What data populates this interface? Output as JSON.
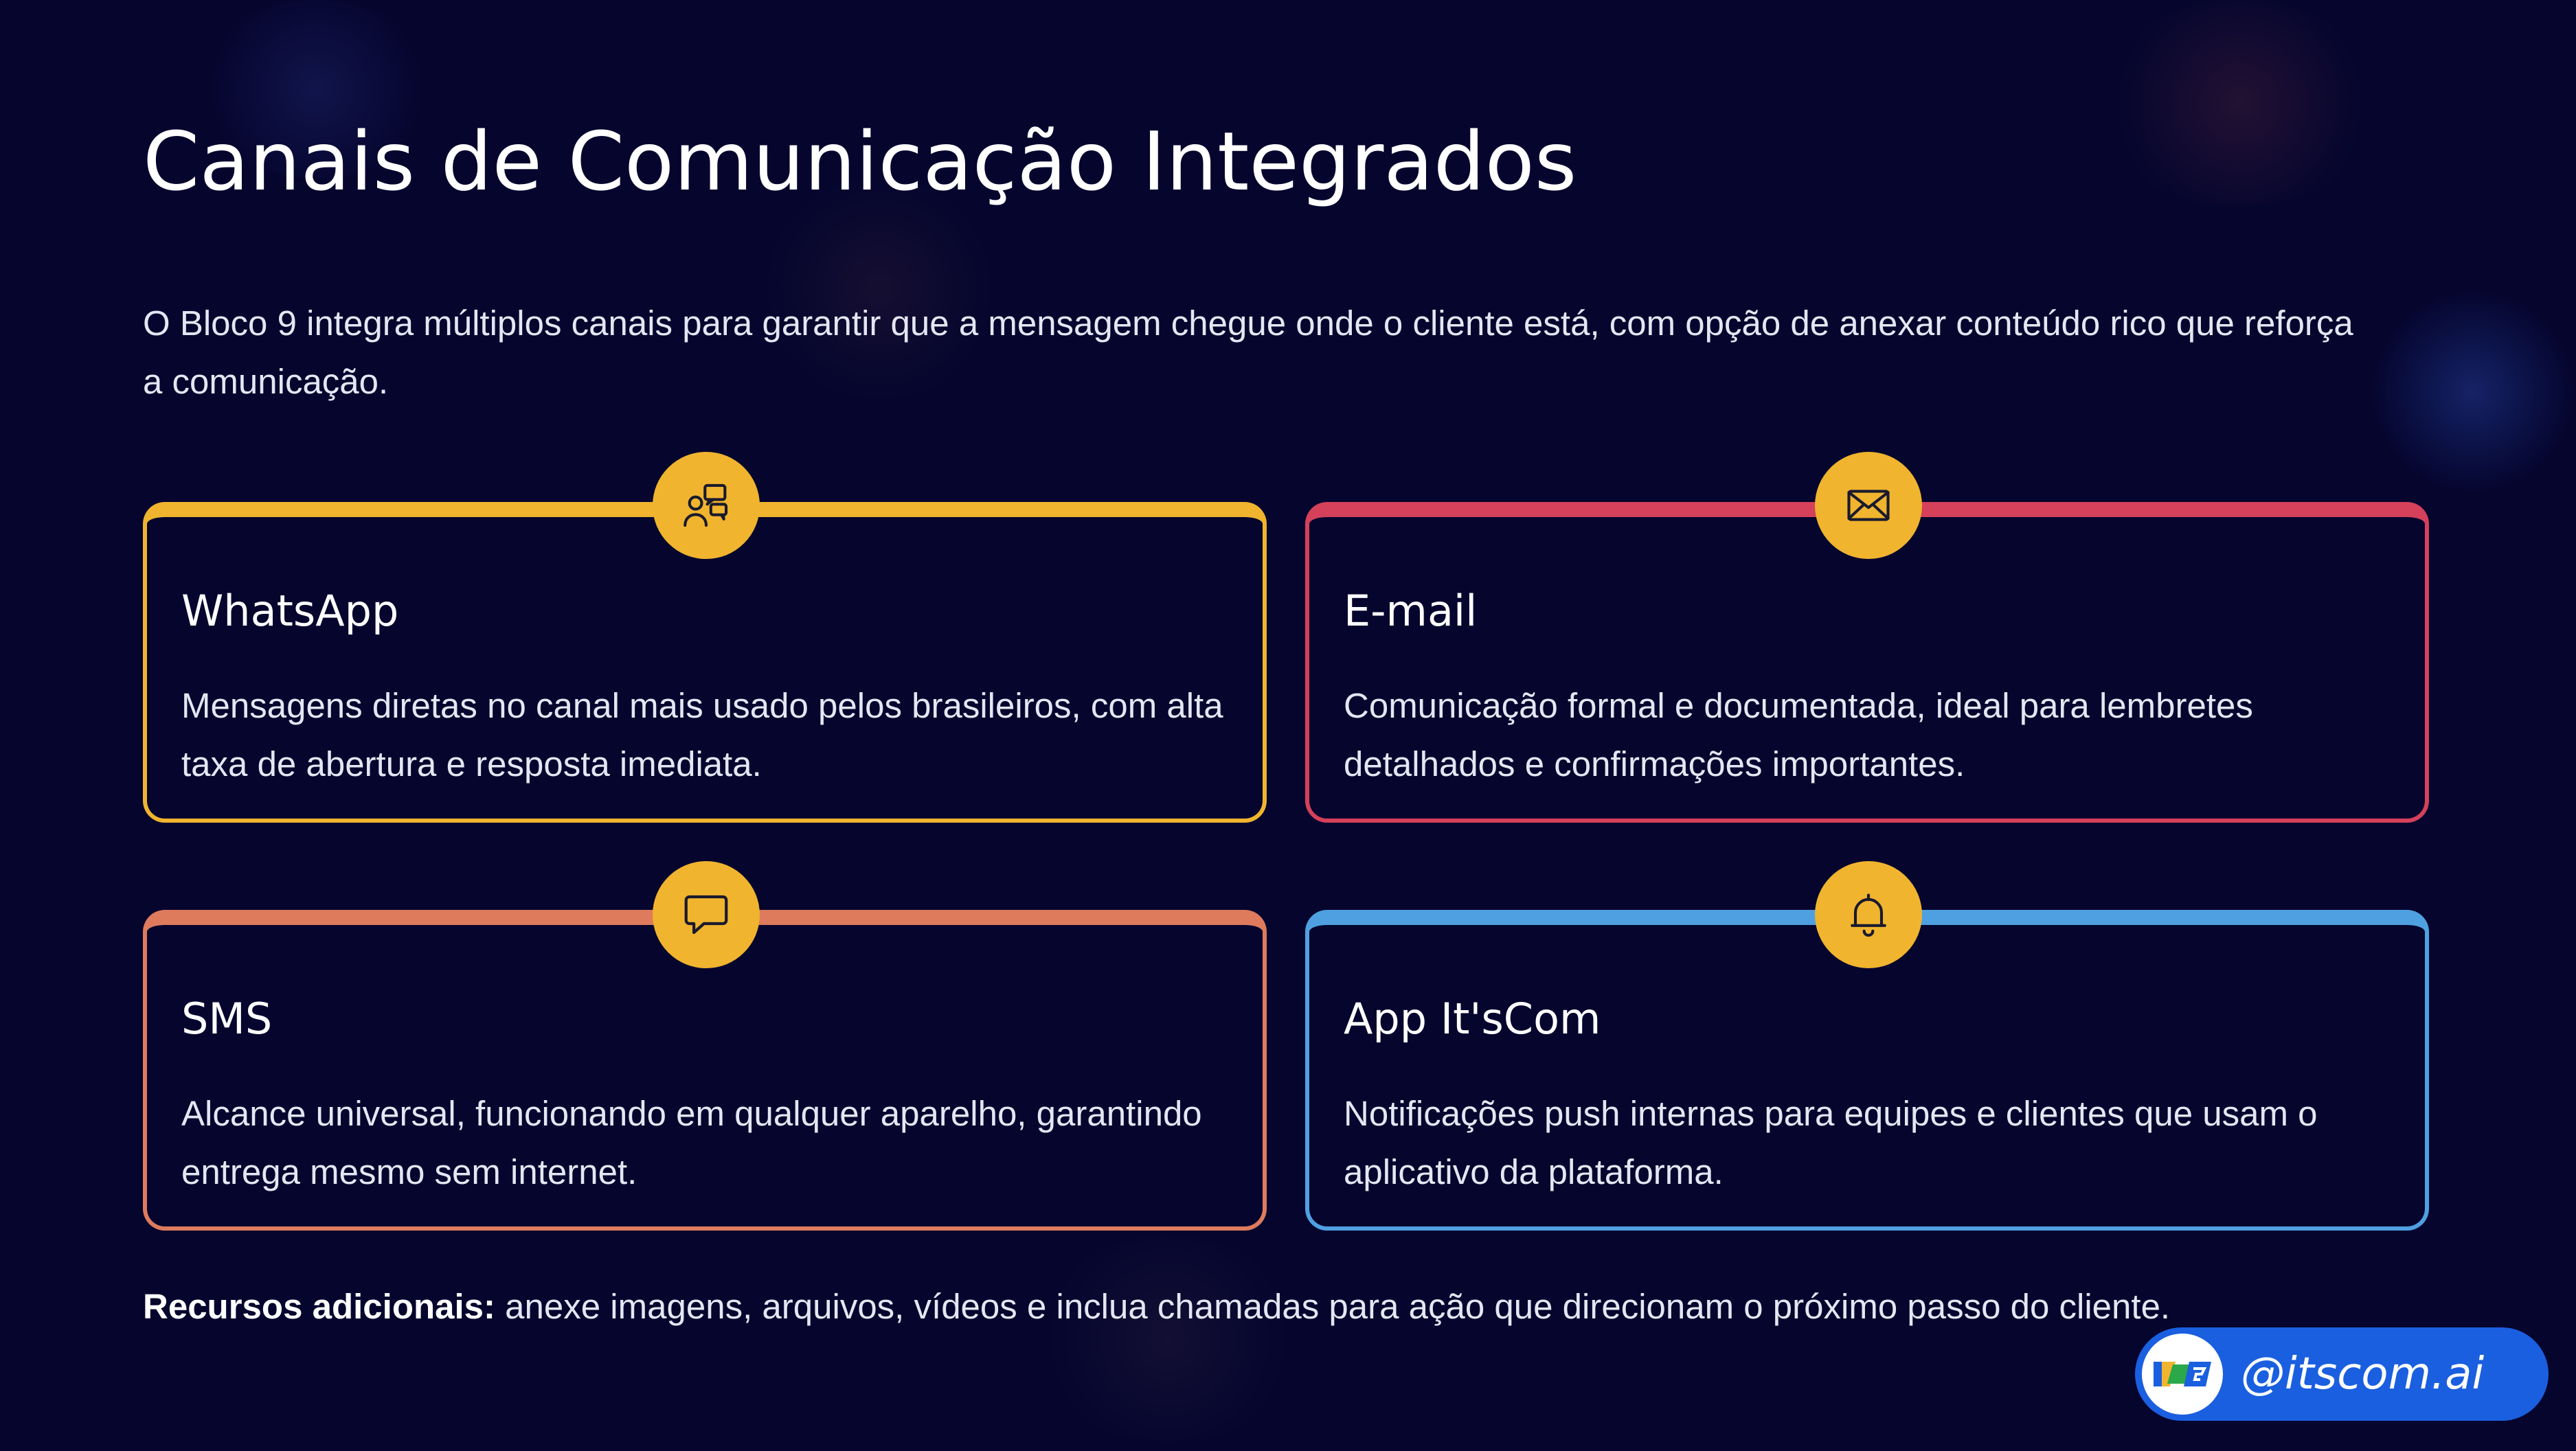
{
  "title": "Canais de Comunicação Integrados",
  "intro": "O Bloco 9 integra múltiplos canais para garantir que a mensagem chegue onde o cliente está, com opção de anexar conteúdo rico que reforça a comunicação.",
  "cards": [
    {
      "title": "WhatsApp",
      "description": "Mensagens diretas no canal mais usado pelos brasileiros, com alta taxa de abertura e resposta imediata.",
      "icon": "chat-users-icon",
      "accent": "#f0b42e"
    },
    {
      "title": "E-mail",
      "description": "Comunicação formal e documentada, ideal para lembretes detalhados e confirmações importantes.",
      "icon": "envelope-icon",
      "accent": "#d5405a"
    },
    {
      "title": "SMS",
      "description": "Alcance universal, funcionando em qualquer aparelho, garantindo entrega mesmo sem internet.",
      "icon": "message-bubble-icon",
      "accent": "#de7b5c"
    },
    {
      "title": "App It'sCom",
      "description": "Notificações push internas para equipes e clientes que usam o aplicativo da plataforma.",
      "icon": "bell-icon",
      "accent": "#4fa0e0"
    }
  ],
  "footer": {
    "label": "Recursos adicionais:",
    "text": " anexe imagens, arquivos, vídeos e inclua chamadas para ação que direcionam o próximo passo do cliente."
  },
  "brand": {
    "handle": "@itscom.ai",
    "color": "#1a5fe0"
  },
  "colors": {
    "background": "#05052e",
    "icon_circle": "#f0b42e"
  }
}
